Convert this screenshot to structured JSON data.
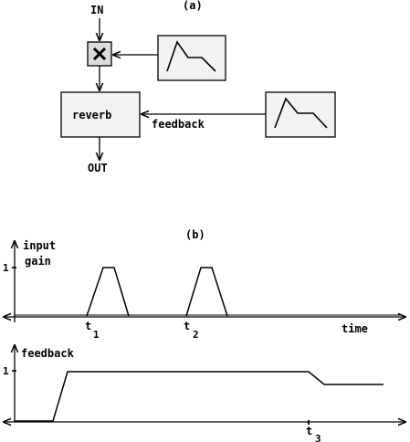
{
  "part_a": {
    "label": "(a)",
    "input_label": "IN",
    "output_label": "OUT",
    "multiplier_symbol": "×",
    "reverb_label": "reverb",
    "feedback_label": "feedback"
  },
  "part_b": {
    "label": "(b)",
    "top_plot": {
      "ylabel_line1": "input",
      "ylabel_line2": "gain",
      "ytick": "1",
      "xlabel": "time",
      "marker1": "t",
      "marker1_sub": "1",
      "marker2": "t",
      "marker2_sub": "2"
    },
    "bottom_plot": {
      "ylabel": "feedback",
      "ytick": "1",
      "marker3": "t",
      "marker3_sub": "3"
    }
  },
  "colors": {
    "ink": "#000000",
    "envelope_box_fill": "#f2f2f2",
    "multiplier_fill": "#dcdcdc",
    "background": "#ffffff"
  }
}
